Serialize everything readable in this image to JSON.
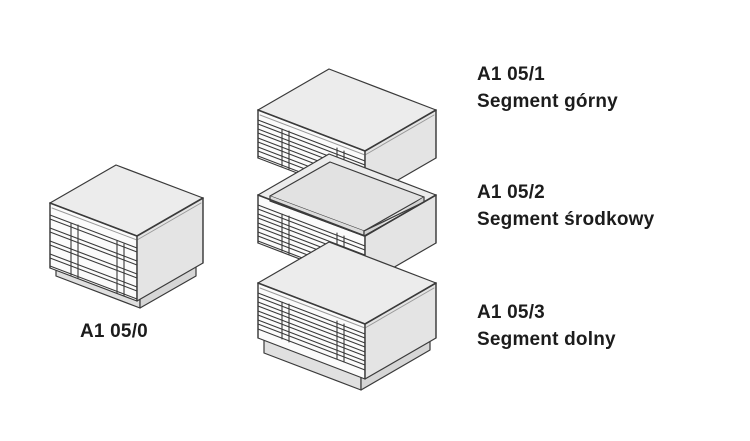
{
  "figure": {
    "title": "Modular plan cabinet segments",
    "background_color": "#ffffff",
    "line_color": "#3a3a3a",
    "top_face_color": "#ececec",
    "front_face_color": "#f2f2f2",
    "side_face_color": "#e4e4e4",
    "drawer_face_color": "#fbfbfb",
    "text_color": "#1c1c1c"
  },
  "items": {
    "full_unit": {
      "code": "A1 05/0",
      "name": "",
      "drawer_count": 5,
      "has_plinth": true,
      "has_top": true
    },
    "top_segment": {
      "code": "A1 05/1",
      "name": "Segment górny",
      "drawer_count": 5,
      "has_plinth": false,
      "has_top": true
    },
    "middle_segment": {
      "code": "A1 05/2",
      "name": "Segment środkowy",
      "drawer_count": 5,
      "has_plinth": false,
      "has_top": false
    },
    "bottom_segment": {
      "code": "A1 05/3",
      "name": "Segment dolny",
      "drawer_count": 5,
      "has_plinth": true,
      "has_top": false
    }
  }
}
